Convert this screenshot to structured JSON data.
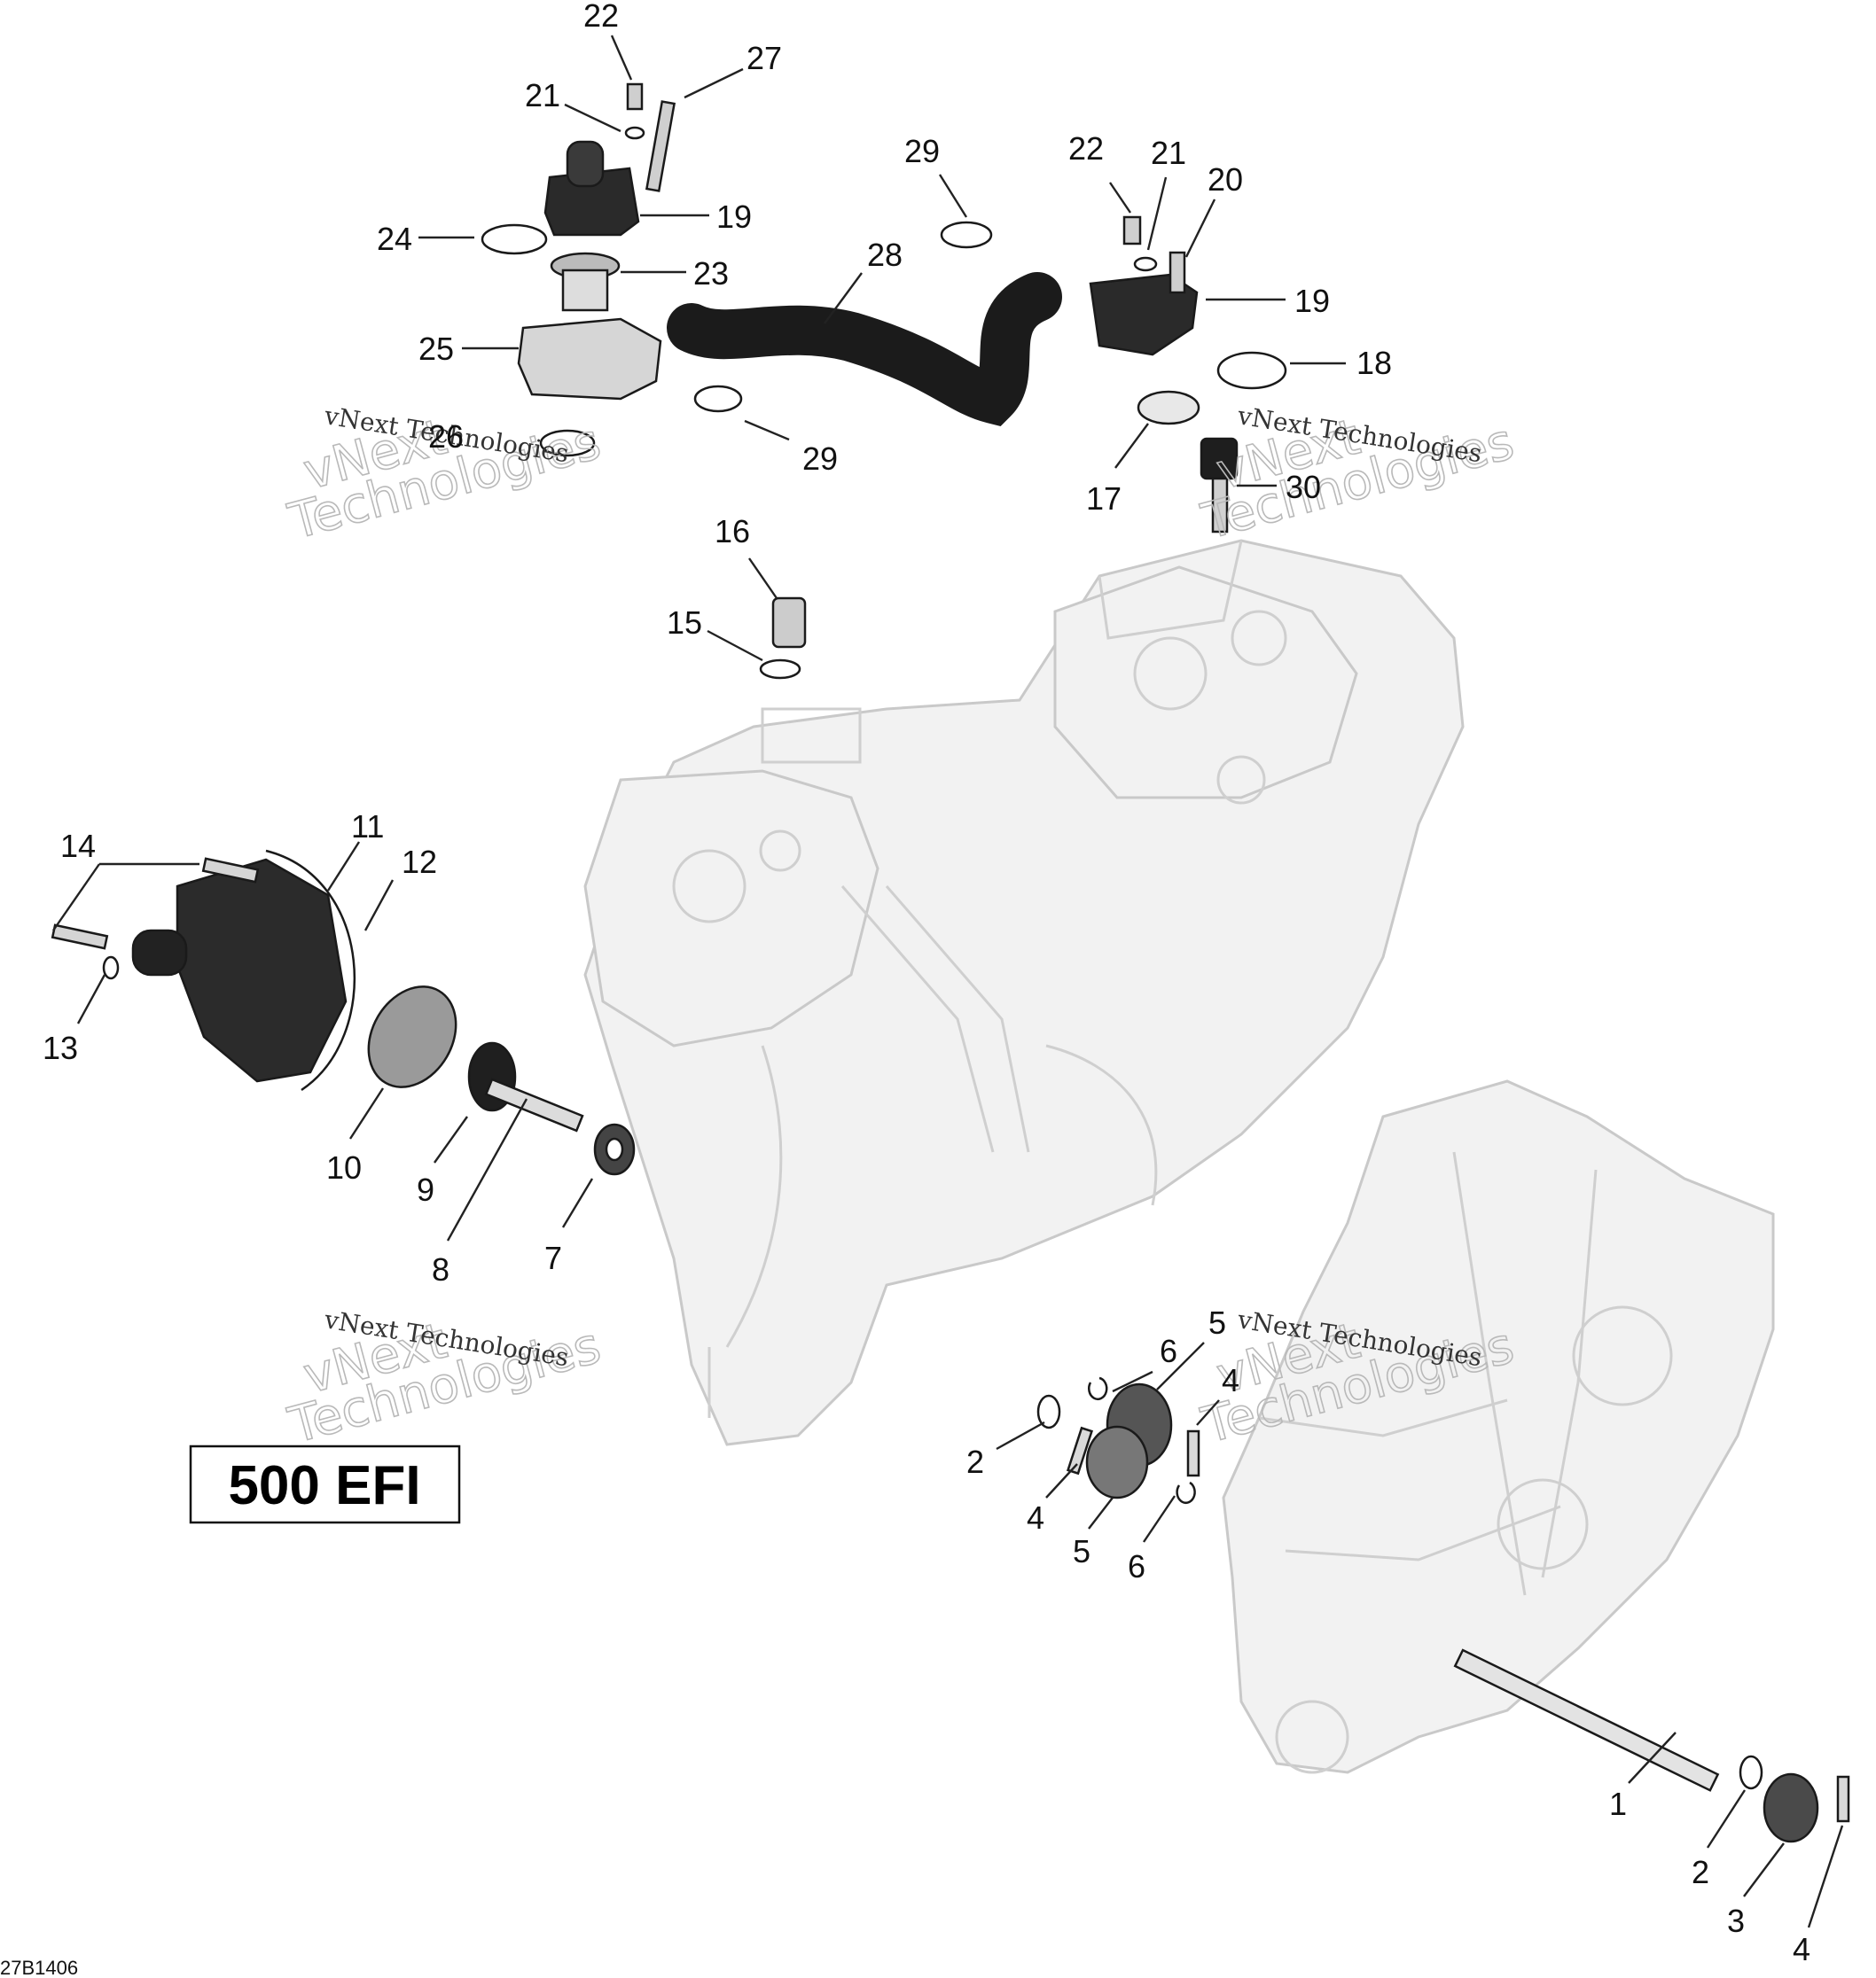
{
  "callouts": [
    {
      "n": "22"
    },
    {
      "n": "27"
    },
    {
      "n": "21"
    },
    {
      "n": "19"
    },
    {
      "n": "24"
    },
    {
      "n": "23"
    },
    {
      "n": "25"
    },
    {
      "n": "26"
    },
    {
      "n": "29"
    },
    {
      "n": "28"
    },
    {
      "n": "29"
    },
    {
      "n": "22"
    },
    {
      "n": "21"
    },
    {
      "n": "20"
    },
    {
      "n": "19"
    },
    {
      "n": "18"
    },
    {
      "n": "17"
    },
    {
      "n": "30"
    },
    {
      "n": "16"
    },
    {
      "n": "15"
    },
    {
      "n": "14"
    },
    {
      "n": "11"
    },
    {
      "n": "12"
    },
    {
      "n": "13"
    },
    {
      "n": "10"
    },
    {
      "n": "9"
    },
    {
      "n": "8"
    },
    {
      "n": "7"
    },
    {
      "n": "5"
    },
    {
      "n": "6"
    },
    {
      "n": "4"
    },
    {
      "n": "2"
    },
    {
      "n": "4"
    },
    {
      "n": "5"
    },
    {
      "n": "6"
    },
    {
      "n": "1"
    },
    {
      "n": "2"
    },
    {
      "n": "3"
    },
    {
      "n": "4"
    }
  ],
  "watermarks": [
    {
      "big": "vNext",
      "big2": "Technologies",
      "small": "vNext Technologies"
    },
    {
      "big": "vNext",
      "big2": "Technologies",
      "small": "vNext Technologies"
    },
    {
      "big": "vNext",
      "big2": "Technologies",
      "small": "vNext Technologies"
    },
    {
      "big": "vNext",
      "big2": "Technologies",
      "small": "vNext Technologies"
    }
  ],
  "model_badge": "500 EFI",
  "drawing_code": "27B1406"
}
